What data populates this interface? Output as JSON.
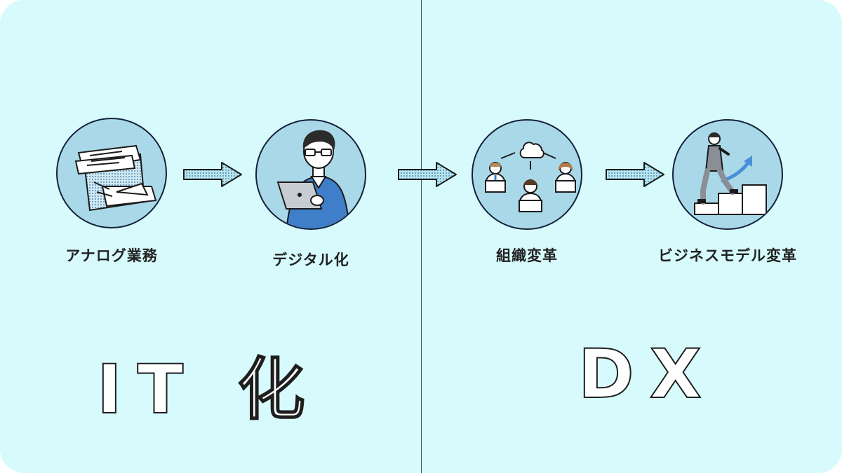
{
  "steps": [
    {
      "label": "アナログ業務",
      "icon": "paper-pile-icon"
    },
    {
      "label": "デジタル化",
      "icon": "laptop-worker-icon"
    },
    {
      "label": "組織変革",
      "icon": "connected-team-icon"
    },
    {
      "label": "ビジネスモデル変革",
      "icon": "stair-climber-icon"
    }
  ],
  "phases": [
    {
      "label": "IT 化"
    },
    {
      "label": "DX"
    }
  ],
  "colors": {
    "background": "#d7fbfd",
    "circle_fill": "#a9d9e8",
    "circle_border": "#15203a",
    "arrow_fill": "#b6e6ee",
    "accent_blue": "#4a90d9"
  }
}
